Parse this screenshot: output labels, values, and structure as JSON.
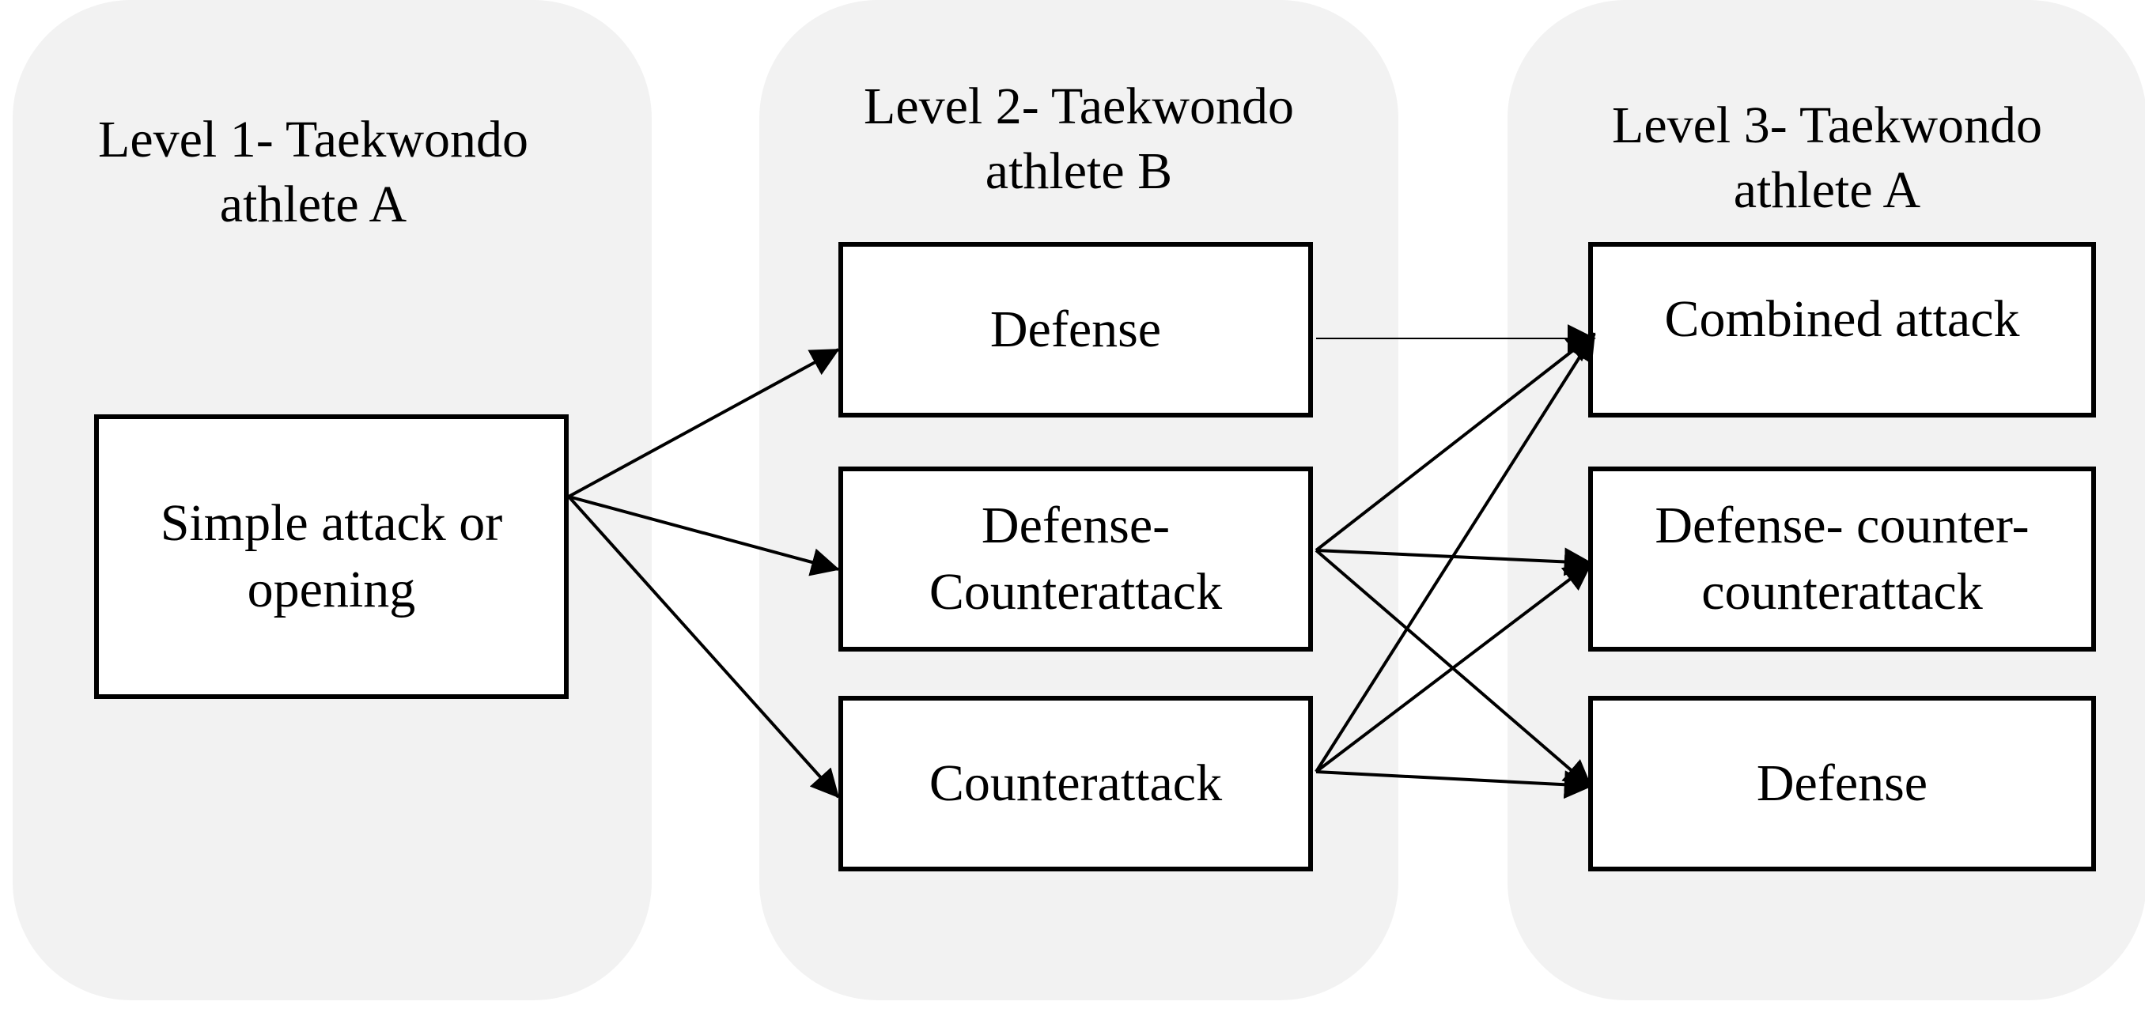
{
  "columns": [
    {
      "title": "Level 1- Taekwondo\nathlete A",
      "boxes": [
        {
          "label": "Simple attack or\nopening"
        }
      ]
    },
    {
      "title": "Level 2- Taekwondo\nathlete B",
      "boxes": [
        {
          "label": "Defense"
        },
        {
          "label": "Defense-\nCounterattack"
        },
        {
          "label": "Counterattack"
        }
      ]
    },
    {
      "title": "Level 3- Taekwondo\nathlete A",
      "boxes": [
        {
          "label": "Combined attack"
        },
        {
          "label": "Defense- counter-\ncounterattack"
        },
        {
          "label": "Defense"
        }
      ]
    }
  ],
  "connections": [
    {
      "from": "Simple attack or opening",
      "to": "Defense"
    },
    {
      "from": "Simple attack or opening",
      "to": "Defense-Counterattack"
    },
    {
      "from": "Simple attack or opening",
      "to": "Counterattack"
    },
    {
      "from": "Defense",
      "to": "Combined attack"
    },
    {
      "from": "Defense-Counterattack",
      "to": "Combined attack"
    },
    {
      "from": "Defense-Counterattack",
      "to": "Defense- counter-counterattack"
    },
    {
      "from": "Defense-Counterattack",
      "to": "Defense (Level 3)"
    },
    {
      "from": "Counterattack",
      "to": "Combined attack"
    },
    {
      "from": "Counterattack",
      "to": "Defense- counter-counterattack"
    },
    {
      "from": "Counterattack",
      "to": "Defense (Level 3)"
    }
  ],
  "colors": {
    "panel_background": "#f2f2f2",
    "box_background": "#ffffff",
    "line": "#000000"
  }
}
